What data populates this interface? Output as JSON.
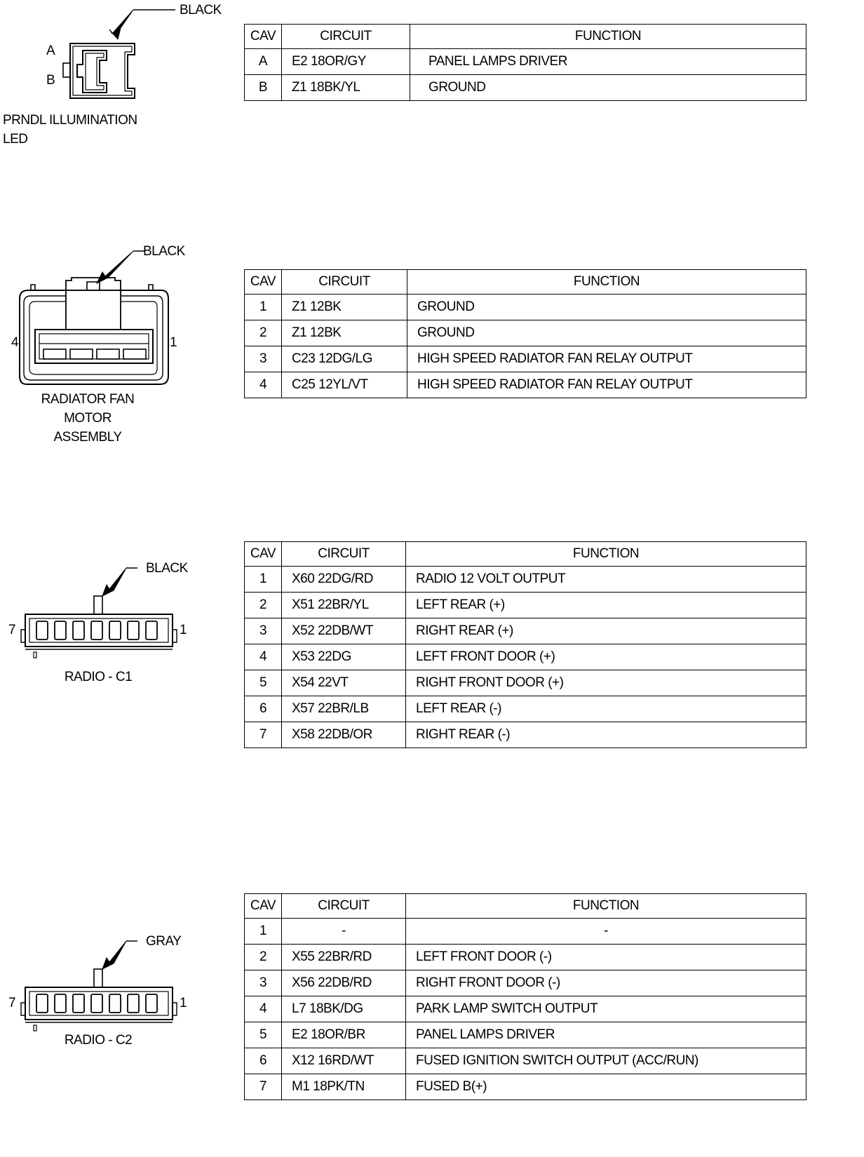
{
  "headers": {
    "cav": "CAV",
    "circuit": "CIRCUIT",
    "function": "FUNCTION"
  },
  "connectors": [
    {
      "color": "BLACK",
      "name": "PRNDL ILLUMINATION LED",
      "pin_labels": {
        "a": "A",
        "b": "B"
      },
      "rows": [
        {
          "cav": "A",
          "circuit": "E2 18OR/GY",
          "function": "PANEL LAMPS DRIVER"
        },
        {
          "cav": "B",
          "circuit": "Z1 18BK/YL",
          "function": "GROUND"
        }
      ]
    },
    {
      "color": "BLACK",
      "name_lines": [
        "RADIATOR FAN",
        "MOTOR",
        "ASSEMBLY"
      ],
      "pin_labels": {
        "left": "4",
        "right": "1"
      },
      "rows": [
        {
          "cav": "1",
          "circuit": "Z1 12BK",
          "function": "GROUND"
        },
        {
          "cav": "2",
          "circuit": "Z1 12BK",
          "function": "GROUND"
        },
        {
          "cav": "3",
          "circuit": "C23 12DG/LG",
          "function": "HIGH SPEED RADIATOR FAN RELAY OUTPUT"
        },
        {
          "cav": "4",
          "circuit": "C25 12YL/VT",
          "function": "HIGH SPEED RADIATOR FAN RELAY OUTPUT"
        }
      ]
    },
    {
      "color": "BLACK",
      "name": "RADIO - C1",
      "pin_labels": {
        "left": "7",
        "right": "1"
      },
      "rows": [
        {
          "cav": "1",
          "circuit": "X60 22DG/RD",
          "function": "RADIO 12 VOLT OUTPUT"
        },
        {
          "cav": "2",
          "circuit": "X51 22BR/YL",
          "function": "LEFT REAR (+)"
        },
        {
          "cav": "3",
          "circuit": "X52 22DB/WT",
          "function": "RIGHT REAR (+)"
        },
        {
          "cav": "4",
          "circuit": "X53 22DG",
          "function": "LEFT FRONT DOOR (+)"
        },
        {
          "cav": "5",
          "circuit": "X54 22VT",
          "function": "RIGHT FRONT DOOR (+)"
        },
        {
          "cav": "6",
          "circuit": "X57 22BR/LB",
          "function": "LEFT REAR (-)"
        },
        {
          "cav": "7",
          "circuit": "X58 22DB/OR",
          "function": "RIGHT REAR (-)"
        }
      ]
    },
    {
      "color": "GRAY",
      "name": "RADIO - C2",
      "pin_labels": {
        "left": "7",
        "right": "1"
      },
      "rows": [
        {
          "cav": "1",
          "circuit": "-",
          "function": "-"
        },
        {
          "cav": "2",
          "circuit": "X55 22BR/RD",
          "function": "LEFT FRONT DOOR (-)"
        },
        {
          "cav": "3",
          "circuit": "X56 22DB/RD",
          "function": "RIGHT FRONT DOOR (-)"
        },
        {
          "cav": "4",
          "circuit": "L7 18BK/DG",
          "function": "PARK LAMP SWITCH OUTPUT"
        },
        {
          "cav": "5",
          "circuit": "E2 18OR/BR",
          "function": "PANEL LAMPS DRIVER"
        },
        {
          "cav": "6",
          "circuit": "X12 16RD/WT",
          "function": "FUSED IGNITION SWITCH OUTPUT (ACC/RUN)"
        },
        {
          "cav": "7",
          "circuit": "M1 18PK/TN",
          "function": "FUSED B(+)"
        }
      ]
    }
  ]
}
